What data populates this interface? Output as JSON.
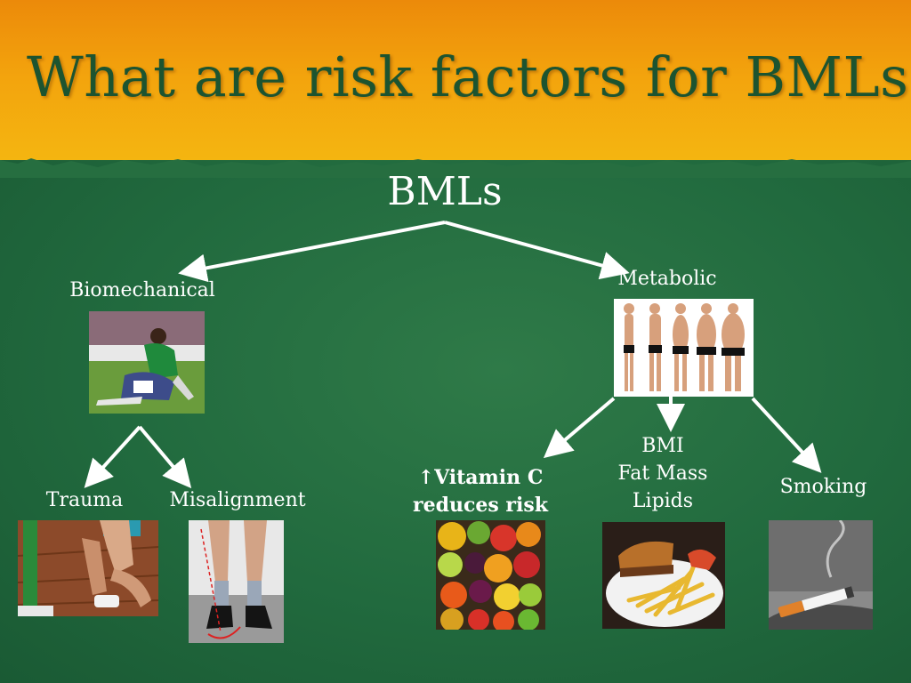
{
  "title": "What are risk factors for BMLs?",
  "root": "BMLs",
  "branches": {
    "biomechanical": {
      "label": "Biomechanical",
      "children": {
        "trauma": "Trauma",
        "misalignment": "Misalignment"
      }
    },
    "metabolic": {
      "label": "Metabolic",
      "children": {
        "vitamin": {
          "line1": "↑Vitamin C",
          "line2": "reduces risk"
        },
        "bmi": {
          "line1": "BMI",
          "line2": "Fat Mass",
          "line3": "Lipids"
        },
        "smoking": "Smoking"
      }
    }
  },
  "colors": {
    "title": "#1c5430",
    "banner": "#f3a40d",
    "background": "#216a3e",
    "text": "#ffffff"
  }
}
